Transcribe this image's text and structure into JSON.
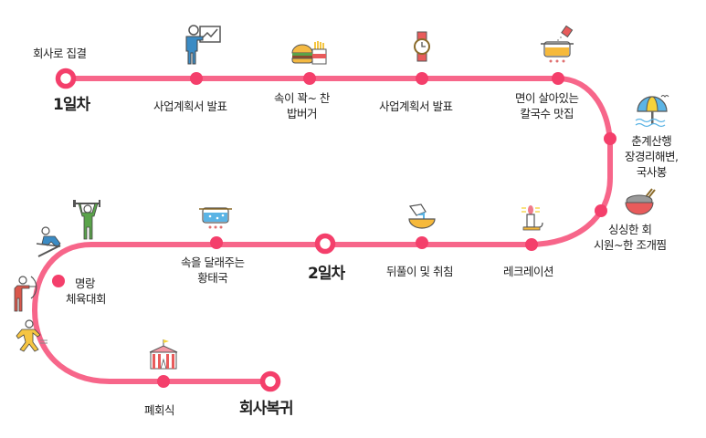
{
  "diagram": {
    "type": "itinerary-timeline",
    "colors": {
      "track": "#f7668a",
      "node": "#f43f6b",
      "text": "#222222"
    },
    "start_label": "회사로 집결",
    "days": [
      {
        "id": "day1",
        "label": "1일차"
      },
      {
        "id": "day2",
        "label": "2일차"
      },
      {
        "id": "end",
        "label": "회사복귀"
      }
    ],
    "stops": [
      {
        "id": "s1",
        "lines": [
          "사업계획서 발표"
        ],
        "icon": "presentation-icon"
      },
      {
        "id": "s2",
        "lines": [
          "속이 꽉~ 찬",
          "밥버거"
        ],
        "icon": "burger-fries-icon"
      },
      {
        "id": "s3",
        "lines": [
          "사업계획서 발표"
        ],
        "icon": "watch-icon"
      },
      {
        "id": "s4",
        "lines": [
          "면이 살아있는",
          "칼국수 맛집"
        ],
        "icon": "cooking-pot-icon"
      },
      {
        "id": "s5",
        "lines": [
          "춘계산행",
          "장경리해변,",
          "국사봉"
        ],
        "icon": "beach-umbrella-icon"
      },
      {
        "id": "s6",
        "lines": [
          "싱싱한 회",
          "시원~한 조개찜"
        ],
        "icon": "noodle-bowl-icon"
      },
      {
        "id": "s7",
        "lines": [
          "레크레이션"
        ],
        "icon": "candle-icon"
      },
      {
        "id": "s8",
        "lines": [
          "뒤풀이 및 취침"
        ],
        "icon": "pouring-bowl-icon"
      },
      {
        "id": "s9",
        "lines": [
          "속을 달래주는",
          "황태국"
        ],
        "icon": "boiling-pot-icon"
      },
      {
        "id": "s10",
        "lines": [
          "명랑",
          "체육대회"
        ],
        "icon": "sports-icons"
      },
      {
        "id": "s11",
        "lines": [
          "폐회식"
        ],
        "icon": "circus-tent-icon"
      }
    ]
  }
}
